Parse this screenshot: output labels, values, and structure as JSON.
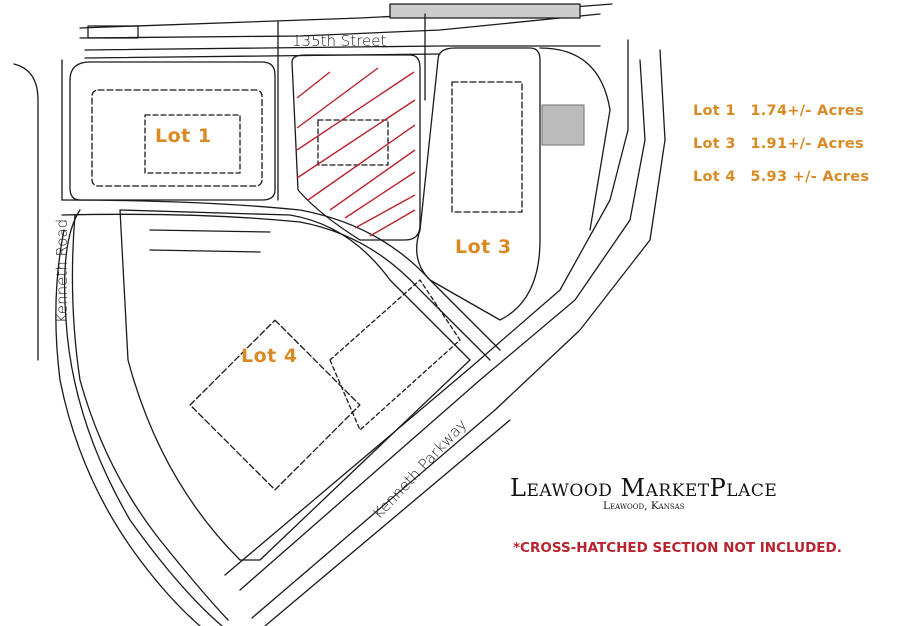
{
  "title": "Leawood MarketPlace",
  "subtitle": "Leawood, Kansas",
  "note": "*CROSS-HATCHED SECTION NOT INCLUDED.",
  "streets": {
    "north": "135th Street",
    "west": "Kenneth Road",
    "southeast": "Kenneth Parkway"
  },
  "lots": [
    {
      "label": "Lot 1",
      "acres_label": "Lot 1",
      "acres": "1.74+/- Acres"
    },
    {
      "label": "Lot 3",
      "acres_label": "Lot 3",
      "acres": "1.91+/- Acres"
    },
    {
      "label": "Lot 4",
      "acres_label": "Lot 4",
      "acres": "5.93 +/- Acres"
    }
  ],
  "colors": {
    "lot_label": "#d98a24",
    "hatch": "#b8232e",
    "linework": "#1a1a1a",
    "note": "#b8232e"
  }
}
